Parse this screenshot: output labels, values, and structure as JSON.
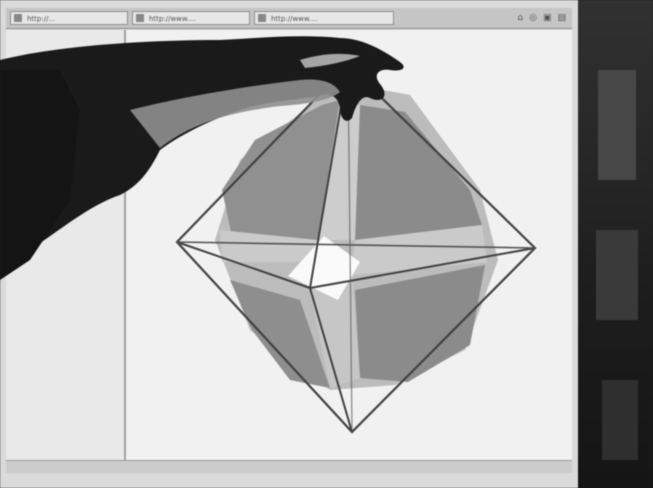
{
  "browser": {
    "tabs": [
      {
        "label": "http://..."
      },
      {
        "label": "http://www...."
      },
      {
        "label": "http://www...."
      }
    ],
    "toolbar_icons": [
      "home-icon",
      "settings-icon",
      "print-icon",
      "page-icon"
    ]
  },
  "scene": {
    "description_icons": [
      "hand-icon",
      "polyhedron-icon"
    ]
  }
}
